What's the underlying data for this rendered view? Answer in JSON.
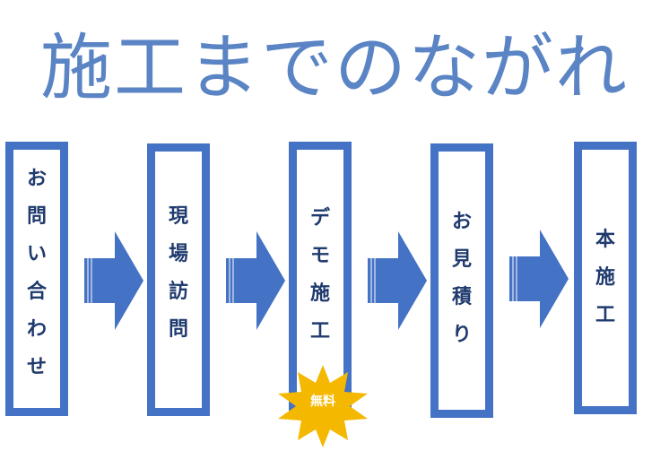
{
  "title": "施工までのながれ",
  "steps": [
    {
      "id": "inquiry",
      "chars": [
        "お",
        "問",
        "い",
        "合",
        "わ",
        "せ"
      ]
    },
    {
      "id": "site-visit",
      "chars": [
        "現",
        "場",
        "訪",
        "問"
      ]
    },
    {
      "id": "demo",
      "chars": [
        "デ",
        "モ",
        "施",
        "工"
      ]
    },
    {
      "id": "estimate",
      "chars": [
        "お",
        "見",
        "積",
        "り"
      ]
    },
    {
      "id": "construction",
      "chars": [
        "本",
        "施",
        "工"
      ]
    }
  ],
  "badge": {
    "label": "無料"
  },
  "colors": {
    "title": "#5a84c4",
    "box_border": "#4472c4",
    "arrow_fill": "#4472c4",
    "label_text": "#1f3a6e",
    "badge_fill": "#f5b800"
  }
}
